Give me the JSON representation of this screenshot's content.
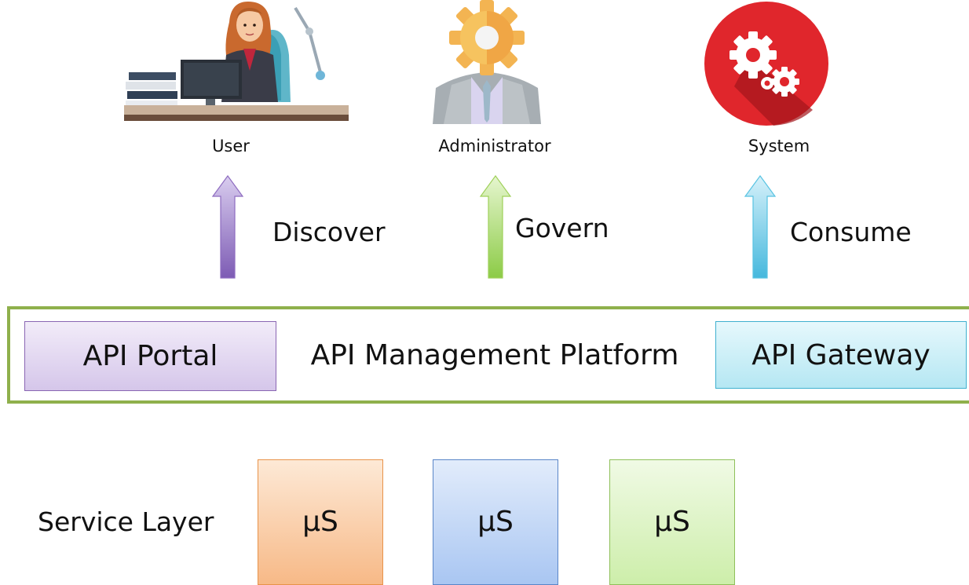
{
  "actors": [
    {
      "label": "User",
      "icon": "user-at-desk-icon"
    },
    {
      "label": "Administrator",
      "icon": "administrator-gear-head-icon"
    },
    {
      "label": "System",
      "icon": "system-gears-icon"
    }
  ],
  "flows": [
    {
      "label": "Discover",
      "color": "#8e6cc0"
    },
    {
      "label": "Govern",
      "color": "#9fd05a"
    },
    {
      "label": "Consume",
      "color": "#58c3e2"
    }
  ],
  "platform": {
    "title": "API Management Platform",
    "portal_label": "API Portal",
    "gateway_label": "API Gateway",
    "border_color": "#8fb04c"
  },
  "service_layer": {
    "label": "Service Layer",
    "services": [
      "µS",
      "µS",
      "µS"
    ]
  }
}
